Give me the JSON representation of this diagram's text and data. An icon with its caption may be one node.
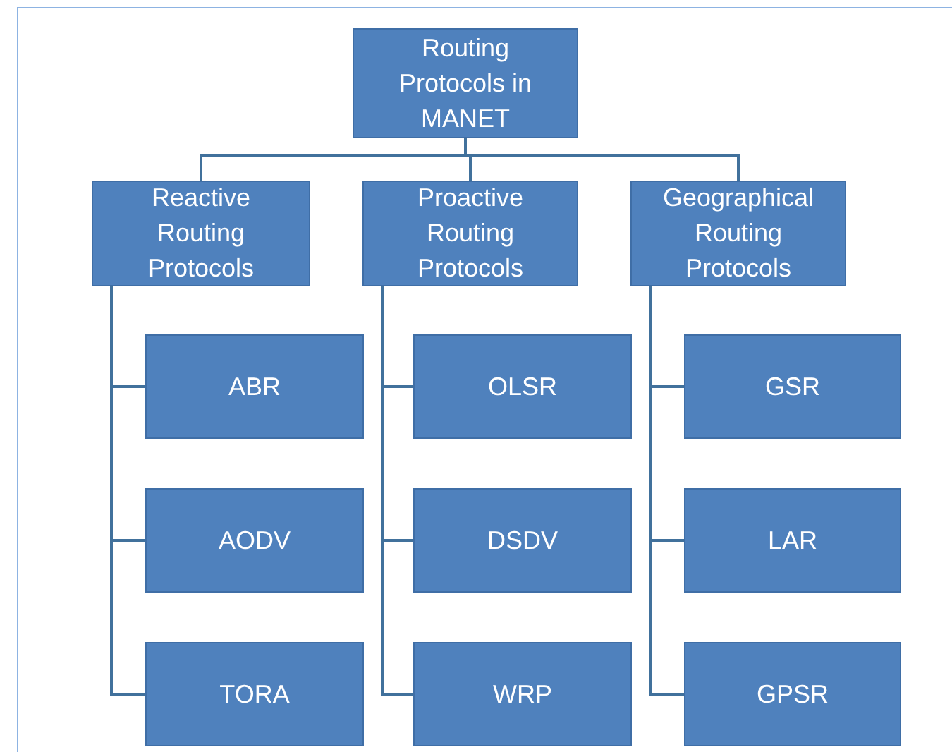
{
  "diagram": {
    "nodes": [
      {
        "text": [
          "Routing Protocols in MANET"
        ]
      },
      {
        "text": [
          "Reactive Routing Protocols"
        ]
      },
      {
        "text": [
          "Proactive Routing Protocols"
        ]
      },
      {
        "text": [
          "Geographical Routing Protocols"
        ]
      },
      {
        "text": [
          "ABR"
        ]
      },
      {
        "text": [
          "AODV"
        ]
      },
      {
        "text": [
          "TORA"
        ]
      },
      {
        "text": [
          "OLSR"
        ]
      },
      {
        "text": [
          "DSDV"
        ]
      },
      {
        "text": [
          "WRP"
        ]
      },
      {
        "text": [
          "GSR"
        ]
      },
      {
        "text": [
          "LAR"
        ]
      },
      {
        "text": [
          "GPSR"
        ]
      }
    ],
    "edges": [
      {
        "from": 0,
        "to": 1,
        "arrow": "none"
      },
      {
        "from": 0,
        "to": 2,
        "arrow": "none"
      },
      {
        "from": 0,
        "to": 3,
        "arrow": "none"
      },
      {
        "from": 1,
        "to": 4,
        "arrow": "none"
      },
      {
        "from": 1,
        "to": 5,
        "arrow": "none"
      },
      {
        "from": 1,
        "to": 6,
        "arrow": "none"
      },
      {
        "from": 2,
        "to": 7,
        "arrow": "none"
      },
      {
        "from": 2,
        "to": 8,
        "arrow": "none"
      },
      {
        "from": 2,
        "to": 9,
        "arrow": "none"
      },
      {
        "from": 3,
        "to": 10,
        "arrow": "none"
      },
      {
        "from": 3,
        "to": 11,
        "arrow": "none"
      },
      {
        "from": 3,
        "to": 12,
        "arrow": "none"
      }
    ]
  }
}
